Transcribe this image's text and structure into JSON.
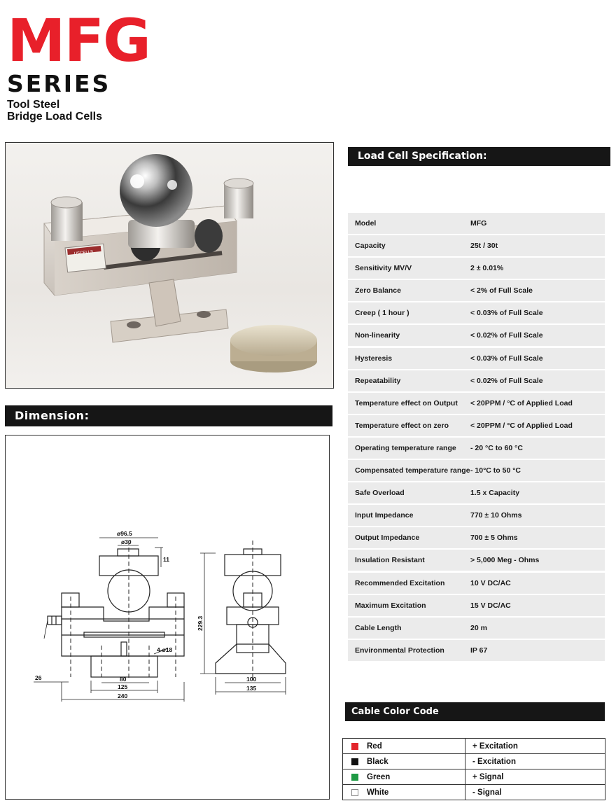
{
  "header": {
    "brand": "MFG",
    "series": "SERIES",
    "subtitle_line1": "Tool Steel",
    "subtitle_line2": "Bridge Load Cells"
  },
  "photo": {
    "label": "USCELLS"
  },
  "spec": {
    "title": "Load Cell Specification:",
    "rows": [
      {
        "label": "Model",
        "value": "MFG"
      },
      {
        "label": "Capacity",
        "value": "25t / 30t"
      },
      {
        "label": "Sensitivity MV/V",
        "value": "2 ± 0.01%"
      },
      {
        "label": "Zero Balance",
        "value": "< 2% of Full Scale"
      },
      {
        "label": "Creep ( 1 hour )",
        "value": "< 0.03% of Full Scale"
      },
      {
        "label": "Non-linearity",
        "value": "< 0.02% of Full Scale"
      },
      {
        "label": "Hysteresis",
        "value": "< 0.03% of Full Scale"
      },
      {
        "label": "Repeatability",
        "value": "< 0.02% of Full Scale"
      },
      {
        "label": "Temperature effect on Output",
        "value": "< 20PPM / °C of Applied Load"
      },
      {
        "label": "Temperature effect on zero",
        "value": "< 20PPM / °C of Applied Load"
      },
      {
        "label": "Operating temperature range",
        "value": "- 20 °C to 60 °C"
      },
      {
        "label": "Compensated temperature range",
        "value": "- 10°C to 50 °C"
      },
      {
        "label": "Safe Overload",
        "value": "1.5 x Capacity"
      },
      {
        "label": "Input Impedance",
        "value": "770 ± 10 Ohms"
      },
      {
        "label": "Output Impedance",
        "value": "700 ± 5 Ohms"
      },
      {
        "label": "Insulation Resistant",
        "value": "> 5,000 Meg - Ohms"
      },
      {
        "label": "Recommended Excitation",
        "value": "10 V DC/AC"
      },
      {
        "label": "Maximum Excitation",
        "value": "15 V DC/AC"
      },
      {
        "label": "Cable Length",
        "value": "20 m"
      },
      {
        "label": "Environmental Protection",
        "value": "IP 67"
      }
    ]
  },
  "dimension": {
    "title": "Dimension:",
    "labels": {
      "top_dia": "ø96.5",
      "cap_dia": "ø30",
      "cap_h": "11",
      "height": "229.3",
      "holes": "4-ø18",
      "offset": "26",
      "hole_span": "80",
      "base_len": "125",
      "total_len": "240",
      "side_inner": "100",
      "side_outer": "135"
    }
  },
  "cable": {
    "title": "Cable Color Code",
    "rows": [
      {
        "color_name": "Red",
        "swatch": "#e3262c",
        "signal": "+ Excitation"
      },
      {
        "color_name": "Black",
        "swatch": "#111111",
        "signal": "- Excitation"
      },
      {
        "color_name": "Green",
        "swatch": "#1f9a44",
        "signal": "+ Signal"
      },
      {
        "color_name": "White",
        "swatch": "#ffffff",
        "signal": "- Signal"
      }
    ]
  }
}
